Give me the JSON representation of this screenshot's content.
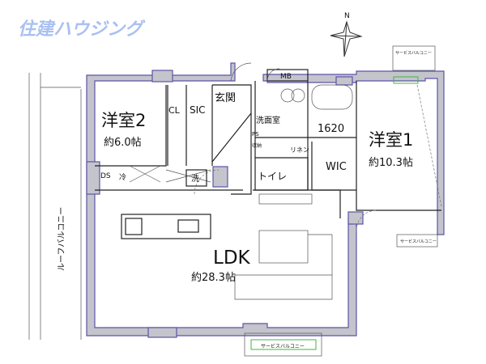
{
  "logo": "住建ハウジング",
  "compass": "N",
  "rooms": {
    "western2": {
      "name": "洋室2",
      "size": "約6.0帖"
    },
    "western1": {
      "name": "洋室1",
      "size": "約10.3帖"
    },
    "ldk": {
      "name": "LDK",
      "size": "約28.3帖"
    },
    "closet": "CL",
    "sic": "SIC",
    "entrance": "玄関",
    "mb": "MB",
    "washroom": "洗面室",
    "ps": "PS",
    "storage": "収納",
    "linen": "リネン",
    "bath": "1620",
    "toilet": "トイレ",
    "wic": "WIC",
    "washer": "洗",
    "fridge": "冷",
    "ds": "DS"
  },
  "balconies": {
    "roof": "ルーフバルコニー",
    "service_top": "サービスバルコニー",
    "service_right": "サービスバルコニー",
    "service_bottom": "サービスバルコニー"
  },
  "colors": {
    "logo": "#a9c0f2",
    "wall_fill": "#c4c4cc",
    "wall_outline": "#5a55a8",
    "accent_green": "#3cb83c"
  }
}
